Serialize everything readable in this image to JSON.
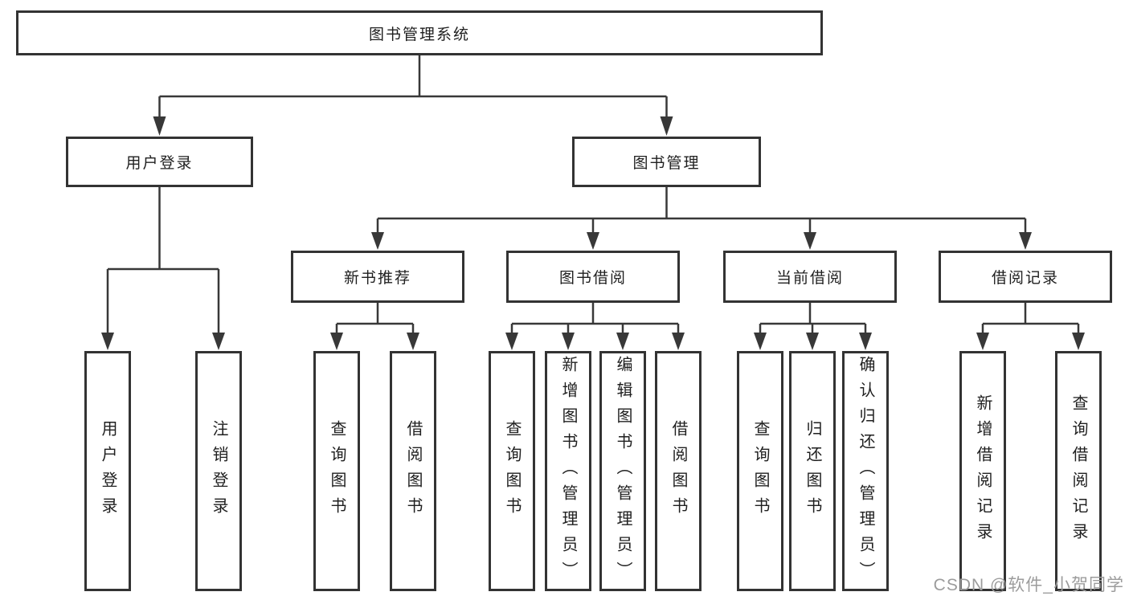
{
  "diagram": {
    "root": {
      "label": "图书管理系统"
    },
    "level2": [
      {
        "id": "user-login",
        "label": "用户登录"
      },
      {
        "id": "book-management",
        "label": "图书管理"
      }
    ],
    "level3": [
      {
        "id": "new-book-recommend",
        "label": "新书推荐"
      },
      {
        "id": "book-borrow",
        "label": "图书借阅"
      },
      {
        "id": "current-borrow",
        "label": "当前借阅"
      },
      {
        "id": "borrow-records",
        "label": "借阅记录"
      }
    ],
    "leaves": [
      {
        "parent": "用户登录",
        "label": "用户登录"
      },
      {
        "parent": "用户登录",
        "label": "注销登录"
      },
      {
        "parent": "新书推荐",
        "label": "查询图书"
      },
      {
        "parent": "新书推荐",
        "label": "借阅图书"
      },
      {
        "parent": "图书借阅",
        "label": "查询图书"
      },
      {
        "parent": "图书借阅",
        "label": "新增图书（管理员）"
      },
      {
        "parent": "图书借阅",
        "label": "编辑图书（管理员）"
      },
      {
        "parent": "图书借阅",
        "label": "借阅图书"
      },
      {
        "parent": "当前借阅",
        "label": "查询图书"
      },
      {
        "parent": "当前借阅",
        "label": "归还图书"
      },
      {
        "parent": "当前借阅",
        "label": "确认归还（管理员）"
      },
      {
        "parent": "借阅记录",
        "label": "新增借阅记录"
      },
      {
        "parent": "借阅记录",
        "label": "查询借阅记录"
      }
    ]
  },
  "watermark": {
    "text": "CSDN @软件_小贺同学",
    "color": "#9c9c9c"
  },
  "colors": {
    "line": "#383838",
    "box_border": "#333333",
    "box_fill": "#ffffff",
    "text": "#1f1f1f",
    "background": "#ffffff"
  }
}
